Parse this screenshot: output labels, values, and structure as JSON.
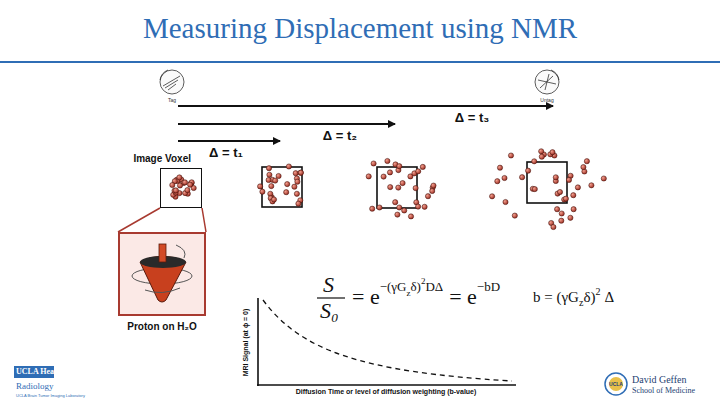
{
  "diagram": {
    "title": "Measuring Displacement using NMR",
    "nodes": [
      {
        "text": [
          "Image Voxel"
        ]
      },
      {
        "text": [
          "Proton on H₂O"
        ]
      }
    ],
    "edges": [
      {
        "from": 0,
        "to": 1,
        "arrow": "none"
      }
    ],
    "labels": [
      "Tag",
      "Untag",
      "Δ = t₃",
      "Δ = t₂",
      "Δ = t₁",
      "S",
      "S₀",
      "= e",
      "−(γG",
      "z",
      "δ)",
      "2",
      "DΔ",
      "= e",
      "−bD",
      "b = (γG",
      "z",
      "δ)",
      "2",
      "Δ",
      "MRI Signal (at ϕ = 0)",
      "Diffusion Time or level of diffusion weighting (b-value)",
      "UCLA Health",
      "Radiology",
      "UCLA Brain Tumor Imaging Laboratory",
      "David Geffen",
      "School of Medicine",
      "UCLA"
    ]
  }
}
